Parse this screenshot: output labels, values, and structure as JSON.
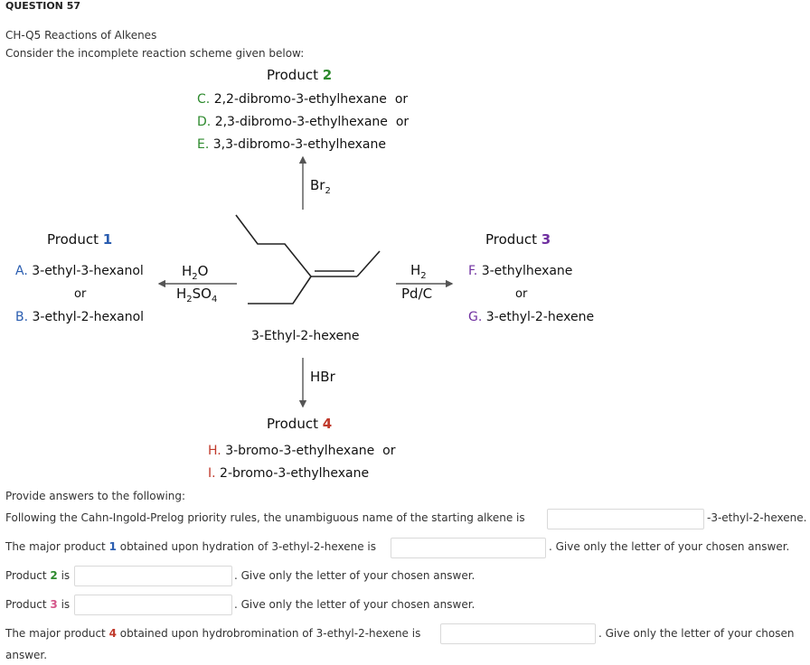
{
  "question": {
    "number": "QUESTION 57",
    "course": "CH-Q5 Reactions of Alkenes",
    "prompt": "Consider the incomplete reaction scheme given below:"
  },
  "scheme": {
    "product2": {
      "title_word": "Product",
      "title_num": "2",
      "options": [
        {
          "letter": "C.",
          "name": "2,2-dibromo-3-ethylhexane",
          "suffix": "or"
        },
        {
          "letter": "D.",
          "name": "2,3-dibromo-3-ethylhexane",
          "suffix": "or"
        },
        {
          "letter": "E.",
          "name": "3,3-dibromo-3-ethylhexane",
          "suffix": ""
        }
      ],
      "reagent_main": "Br",
      "reagent_sub": "2"
    },
    "product1": {
      "title_word": "Product",
      "title_num": "1",
      "options": [
        {
          "letter": "A.",
          "name": "3-ethyl-3-hexanol"
        },
        {
          "letter": "B.",
          "name": "3-ethyl-2-hexanol"
        }
      ],
      "or": "or",
      "reagent_top_main": "H",
      "reagent_top_sub": "2",
      "reagent_top_end": "O",
      "reagent_bottom_main": "H",
      "reagent_bottom_sub1": "2",
      "reagent_bottom_mid": "SO",
      "reagent_bottom_sub2": "4"
    },
    "product3": {
      "title_word": "Product",
      "title_num": "3",
      "options": [
        {
          "letter": "F.",
          "name": "3-ethylhexane"
        },
        {
          "letter": "G.",
          "name": "3-ethyl-2-hexene"
        }
      ],
      "or": "or",
      "reagent_top_main": "H",
      "reagent_top_sub": "2",
      "reagent_bottom": "Pd/C"
    },
    "start_name": "3-Ethyl-2-hexene",
    "product4": {
      "title_word": "Product",
      "title_num": "4",
      "options": [
        {
          "letter": "H.",
          "name": "3-bromo-3-ethylhexane",
          "suffix": "or"
        },
        {
          "letter": "I.",
          "name": "2-bromo-3-ethylhexane",
          "suffix": ""
        }
      ],
      "reagent": "HBr"
    }
  },
  "answers": {
    "intro": "Provide answers to the following:",
    "q1_text": "Following the Cahn-Ingold-Prelog priority rules,  the unambiguous name of the starting alkene is",
    "q1_after": "-3-ethyl-2-hexene.",
    "q2_before": "The major product",
    "q2_num": "1",
    "q2_after": "obtained upon hydration of 3-ethyl-2-hexene is",
    "q2_tail": ". Give only the letter of your chosen answer.",
    "q3_before": "Product",
    "q3_num": "2",
    "q3_is": "is",
    "q3_tail": ".  Give only the letter of your chosen answer.",
    "q4_before": "Product",
    "q4_num": "3",
    "q4_is": "is",
    "q4_tail": ".  Give only the letter of your chosen answer.",
    "q5_before": "The major product",
    "q5_num": "4",
    "q5_after": "obtained upon hydrobromination of 3-ethyl-2-hexene is",
    "q5_tail": ".  Give only the letter of your chosen",
    "q5_wrap": "answer.",
    "values": {
      "q1": "",
      "q2": "",
      "q3": "",
      "q4": "",
      "q5": ""
    }
  }
}
